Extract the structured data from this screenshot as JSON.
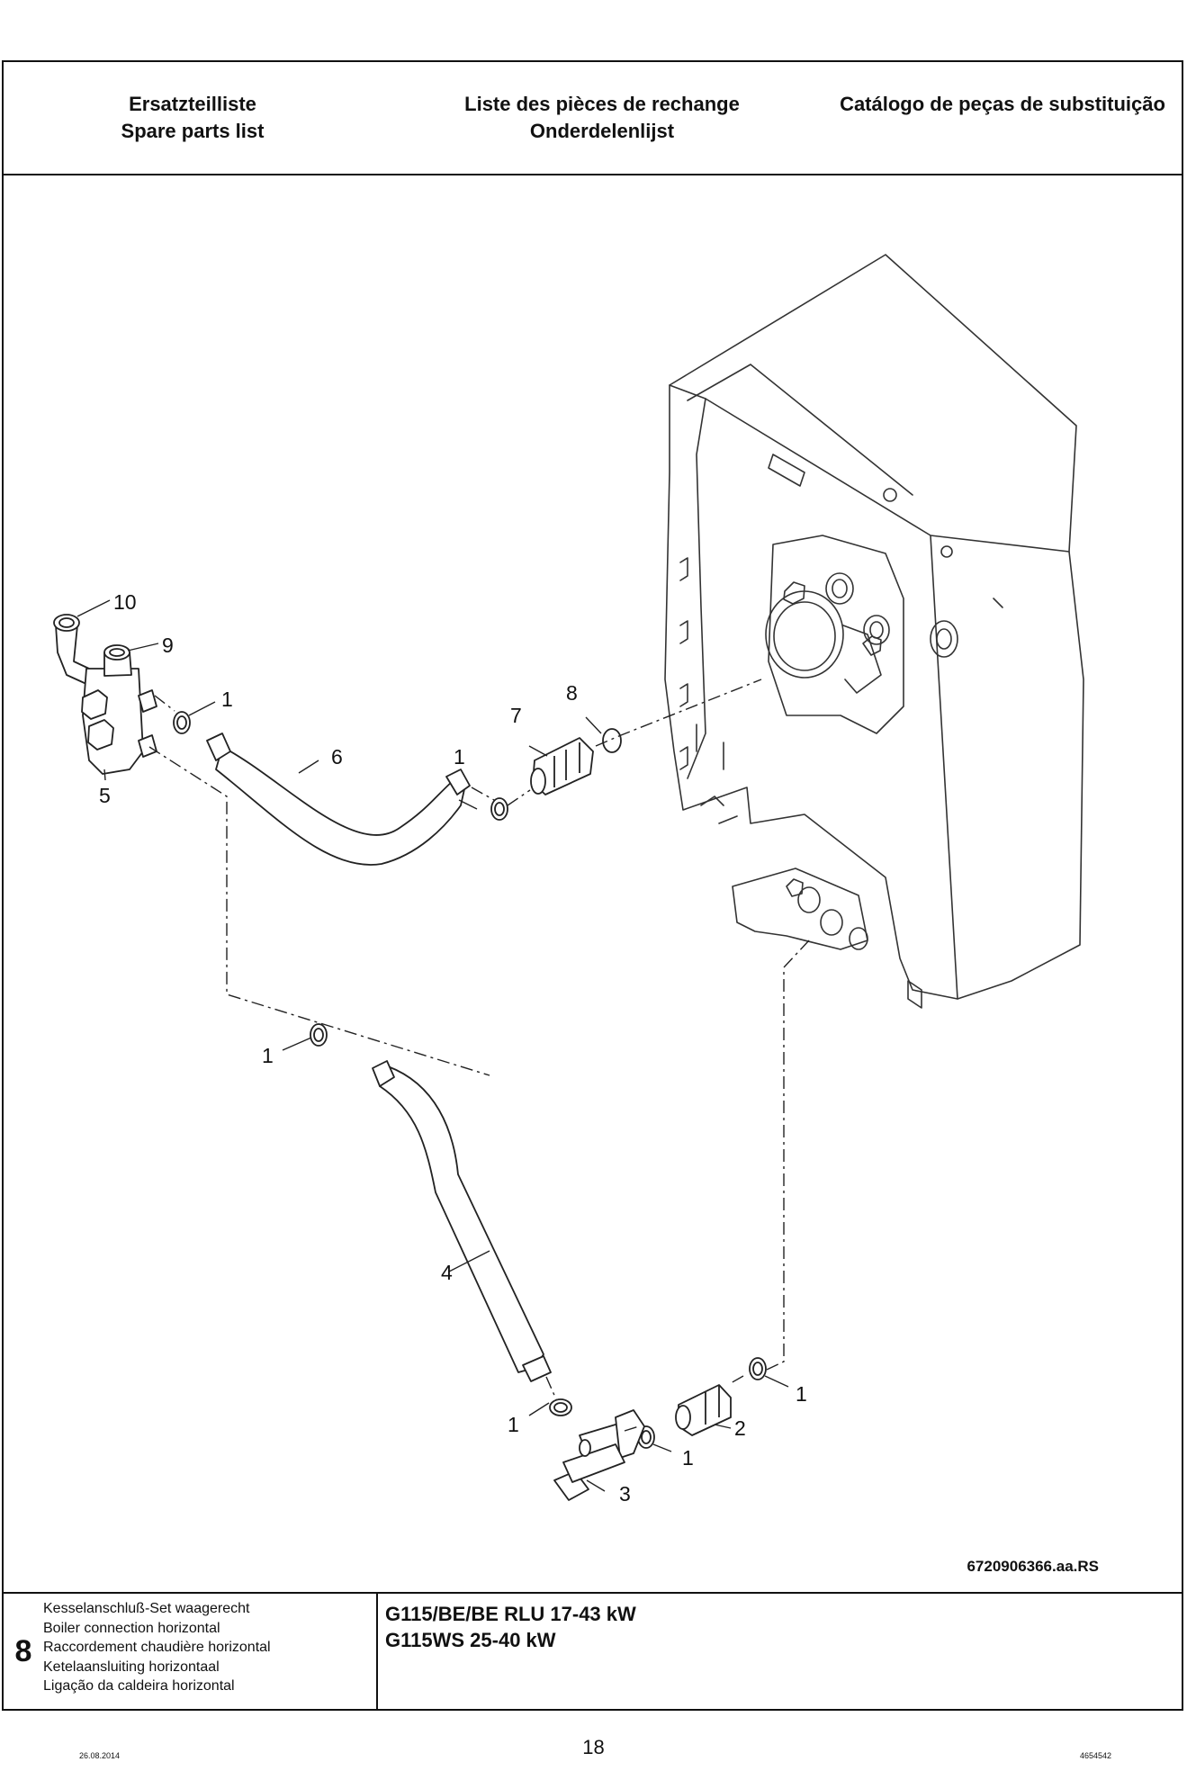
{
  "header": {
    "col1": [
      "Ersatzteilliste",
      "Spare parts list"
    ],
    "col2": [
      "Liste des pièces de rechange",
      "Onderdelenlijst"
    ],
    "col3": [
      "Catálogo de peças de substituição"
    ]
  },
  "drawing": {
    "callouts": [
      "10",
      "9",
      "1",
      "5",
      "6",
      "1",
      "7",
      "8",
      "1",
      "4",
      "1",
      "1",
      "2",
      "1",
      "3"
    ],
    "reference": "6720906366.aa.RS"
  },
  "footer": {
    "section": "8",
    "descriptions": [
      "Kesselanschluß-Set waagerecht",
      "Boiler connection horizontal",
      "Raccordement chaudière horizontal",
      "Ketelaansluiting horizontaal",
      "Ligação da caldeira horizontal"
    ],
    "models": [
      "G115/BE/BE RLU 17-43 kW",
      "G115WS 25-40 kW"
    ]
  },
  "page": {
    "date": "26.08.2014",
    "number": "18",
    "code": "4654542"
  }
}
